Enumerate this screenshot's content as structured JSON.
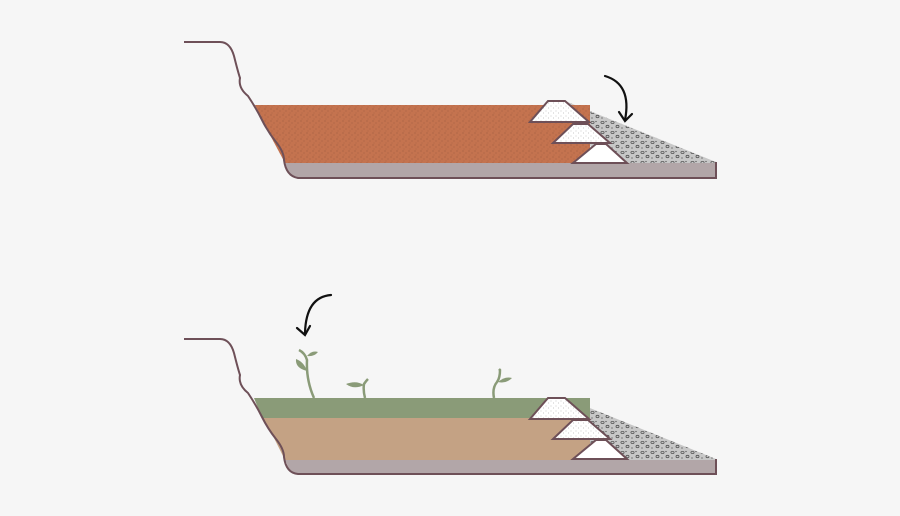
{
  "colors": {
    "background": "#f6f6f6",
    "outline": "#6e5058",
    "clay_soil": "#c4734f",
    "base_layer": "#b2a6a8",
    "gravel": "#c8c8c8",
    "topsoil": "#c4a284",
    "vegetation": "#8a9b78",
    "arrow": "#111111",
    "bag": "#ffffff"
  },
  "panels": [
    {
      "stage": "before",
      "fill_layer": "clay-soil",
      "arrow": "toward-gravel-slope"
    },
    {
      "stage": "after",
      "fill_layer": "topsoil-with-vegetation",
      "arrow": "toward-seedlings"
    }
  ]
}
